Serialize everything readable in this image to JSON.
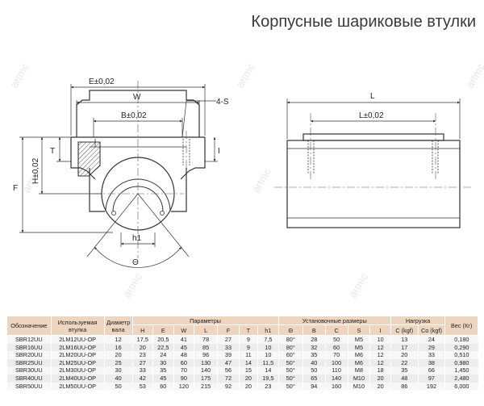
{
  "page_title": "Корпусные шариковые втулки",
  "watermark": "artmc",
  "drawing_labels": {
    "e": "E±0,02",
    "w": "W",
    "b": "B±0,02",
    "s": "4-S",
    "t": "T",
    "h": "H±0,02",
    "f": "F",
    "i": "I",
    "h1": "h1",
    "theta": "Θ",
    "l": "L",
    "c": "L±0,02"
  },
  "table": {
    "headers": {
      "designation": "Обозначение",
      "bushing": "Используемая втулка",
      "shaft": "Диаметр вала",
      "params": "Параметры",
      "mount": "Установочные размеры",
      "load": "Нагрузка",
      "weight": "Вес (Кг)"
    },
    "subheaders": [
      "H",
      "E",
      "W",
      "L",
      "F",
      "T",
      "h1",
      "Θ",
      "B",
      "C",
      "S",
      "I",
      "C (kgf)",
      "Co (kgf)"
    ],
    "rows": [
      [
        "SBR12UU",
        "2LM12UU-OP",
        "12",
        "17,5",
        "20,5",
        "41",
        "78",
        "27",
        "9",
        "7,5",
        "80°",
        "28",
        "50",
        "M5",
        "10",
        "13",
        "24",
        "0,180"
      ],
      [
        "SBR16UU",
        "2LM16UU-OP",
        "16",
        "20",
        "22,5",
        "45",
        "85",
        "33",
        "9",
        "10",
        "80°",
        "32",
        "60",
        "M5",
        "12",
        "17",
        "29",
        "0,290"
      ],
      [
        "SBR20UU",
        "2LM20UU-OP",
        "20",
        "23",
        "24",
        "48",
        "96",
        "39",
        "11",
        "10",
        "60°",
        "35",
        "70",
        "M6",
        "12",
        "20",
        "33",
        "0,510"
      ],
      [
        "SBR25UU",
        "2LM25UU-OP",
        "25",
        "27",
        "30",
        "60",
        "130",
        "47",
        "14",
        "11,5",
        "50°",
        "40",
        "100",
        "M6",
        "12",
        "22",
        "38",
        "0,980"
      ],
      [
        "SBR30UU",
        "2LM30UU-OP",
        "30",
        "33",
        "35",
        "70",
        "140",
        "56",
        "15",
        "14",
        "50°",
        "50",
        "110",
        "M8",
        "18",
        "35",
        "66",
        "1,450"
      ],
      [
        "SBR40UU",
        "2LM40UU-OP",
        "40",
        "42",
        "45",
        "90",
        "175",
        "72",
        "20",
        "19,5",
        "50°",
        "65",
        "140",
        "M10",
        "20",
        "48",
        "97",
        "2,480"
      ],
      [
        "SBR50UU",
        "2LM50UU-OP",
        "50",
        "53",
        "60",
        "120",
        "215",
        "92",
        "20",
        "23",
        "50°",
        "94",
        "160",
        "M10",
        "20",
        "86",
        "192",
        "6,000"
      ]
    ]
  },
  "colors": {
    "header_bg": "#eed5bf",
    "line": "#333333",
    "watermark": "#e8e8e8"
  }
}
